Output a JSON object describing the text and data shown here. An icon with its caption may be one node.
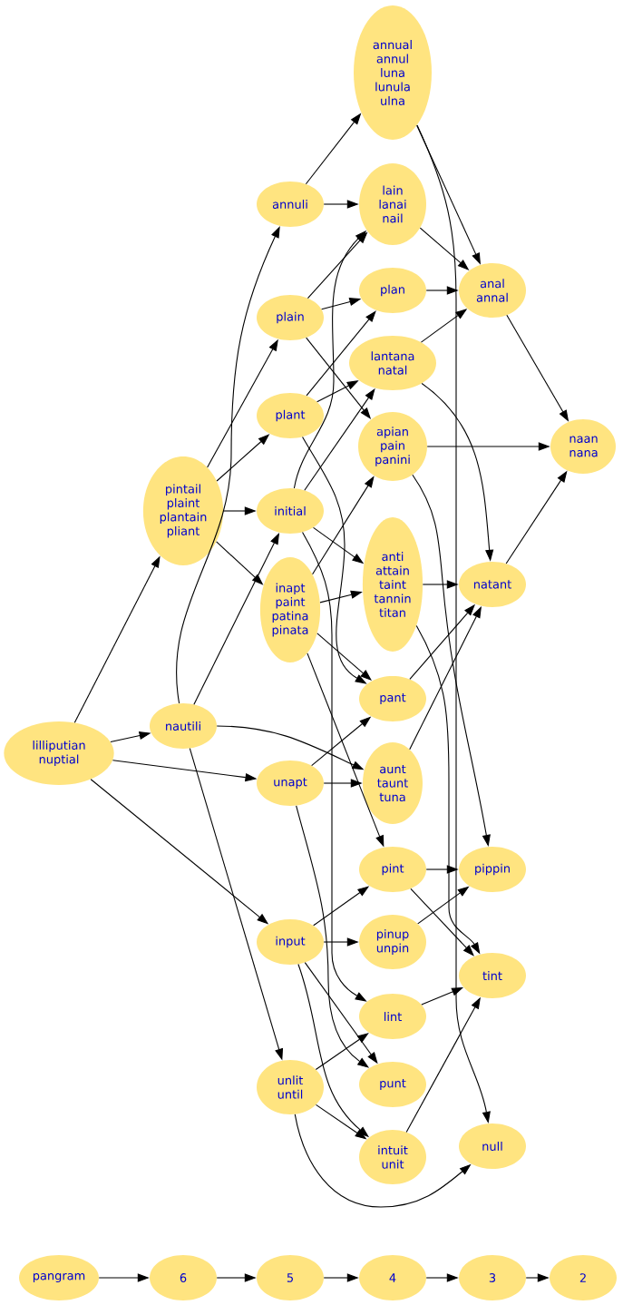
{
  "diagram": {
    "nodes": [
      {
        "text": [
          "annual annul luna lunula ulna"
        ]
      },
      {
        "text": [
          "annuli"
        ]
      },
      {
        "text": [
          "lain lanai nail"
        ]
      },
      {
        "text": [
          "plain"
        ]
      },
      {
        "text": [
          "plan"
        ]
      },
      {
        "text": [
          "anal annal"
        ]
      },
      {
        "text": [
          "lantana natal"
        ]
      },
      {
        "text": [
          "plant"
        ]
      },
      {
        "text": [
          "apian pain panini"
        ]
      },
      {
        "text": [
          "naan nana"
        ]
      },
      {
        "text": [
          "pintail plaint plantain pliant"
        ]
      },
      {
        "text": [
          "initial"
        ]
      },
      {
        "text": [
          "inapt paint patina pinata"
        ]
      },
      {
        "text": [
          "anti attain taint tannin titan"
        ]
      },
      {
        "text": [
          "natant"
        ]
      },
      {
        "text": [
          "pant"
        ]
      },
      {
        "text": [
          "nautili"
        ]
      },
      {
        "text": [
          "lilliputian nuptial"
        ]
      },
      {
        "text": [
          "unapt"
        ]
      },
      {
        "text": [
          "aunt taunt tuna"
        ]
      },
      {
        "text": [
          "pint"
        ]
      },
      {
        "text": [
          "pippin"
        ]
      },
      {
        "text": [
          "input"
        ]
      },
      {
        "text": [
          "pinup unpin"
        ]
      },
      {
        "text": [
          "tint"
        ]
      },
      {
        "text": [
          "lint"
        ]
      },
      {
        "text": [
          "unlit until"
        ]
      },
      {
        "text": [
          "punt"
        ]
      },
      {
        "text": [
          "intuit unit"
        ]
      },
      {
        "text": [
          "null"
        ]
      },
      {
        "text": [
          "pangram"
        ]
      },
      {
        "text": [
          "6"
        ]
      },
      {
        "text": [
          "5"
        ]
      },
      {
        "text": [
          "4"
        ]
      },
      {
        "text": [
          "3"
        ]
      },
      {
        "text": [
          "2"
        ]
      }
    ],
    "edges": [
      {
        "from": 1,
        "to": 0,
        "arrow": "to"
      },
      {
        "from": 1,
        "to": 2,
        "arrow": "to"
      },
      {
        "from": 0,
        "to": 5,
        "arrow": "to"
      },
      {
        "from": 0,
        "to": 29,
        "arrow": "to"
      },
      {
        "from": 2,
        "to": 5,
        "arrow": "to"
      },
      {
        "from": 3,
        "to": 2,
        "arrow": "to"
      },
      {
        "from": 3,
        "to": 4,
        "arrow": "to"
      },
      {
        "from": 3,
        "to": 8,
        "arrow": "to"
      },
      {
        "from": 4,
        "to": 5,
        "arrow": "to"
      },
      {
        "from": 5,
        "to": 9,
        "arrow": "to"
      },
      {
        "from": 6,
        "to": 5,
        "arrow": "to"
      },
      {
        "from": 6,
        "to": 14,
        "arrow": "to"
      },
      {
        "from": 7,
        "to": 4,
        "arrow": "to"
      },
      {
        "from": 7,
        "to": 6,
        "arrow": "to"
      },
      {
        "from": 7,
        "to": 15,
        "arrow": "to"
      },
      {
        "from": 8,
        "to": 9,
        "arrow": "to"
      },
      {
        "from": 8,
        "to": 21,
        "arrow": "to"
      },
      {
        "from": 10,
        "to": 3,
        "arrow": "to"
      },
      {
        "from": 10,
        "to": 7,
        "arrow": "to"
      },
      {
        "from": 10,
        "to": 11,
        "arrow": "to"
      },
      {
        "from": 10,
        "to": 12,
        "arrow": "to"
      },
      {
        "from": 11,
        "to": 2,
        "arrow": "to"
      },
      {
        "from": 11,
        "to": 6,
        "arrow": "to"
      },
      {
        "from": 11,
        "to": 13,
        "arrow": "to"
      },
      {
        "from": 11,
        "to": 25,
        "arrow": "to"
      },
      {
        "from": 12,
        "to": 8,
        "arrow": "to"
      },
      {
        "from": 12,
        "to": 13,
        "arrow": "to"
      },
      {
        "from": 12,
        "to": 15,
        "arrow": "to"
      },
      {
        "from": 12,
        "to": 20,
        "arrow": "to"
      },
      {
        "from": 13,
        "to": 14,
        "arrow": "to"
      },
      {
        "from": 13,
        "to": 24,
        "arrow": "to"
      },
      {
        "from": 14,
        "to": 9,
        "arrow": "to"
      },
      {
        "from": 15,
        "to": 14,
        "arrow": "to"
      },
      {
        "from": 16,
        "to": 1,
        "arrow": "to"
      },
      {
        "from": 16,
        "to": 11,
        "arrow": "to"
      },
      {
        "from": 16,
        "to": 19,
        "arrow": "to"
      },
      {
        "from": 16,
        "to": 26,
        "arrow": "to"
      },
      {
        "from": 17,
        "to": 10,
        "arrow": "to"
      },
      {
        "from": 17,
        "to": 16,
        "arrow": "to"
      },
      {
        "from": 17,
        "to": 18,
        "arrow": "to"
      },
      {
        "from": 17,
        "to": 22,
        "arrow": "to"
      },
      {
        "from": 18,
        "to": 15,
        "arrow": "to"
      },
      {
        "from": 18,
        "to": 19,
        "arrow": "to"
      },
      {
        "from": 18,
        "to": 27,
        "arrow": "to"
      },
      {
        "from": 19,
        "to": 14,
        "arrow": "to"
      },
      {
        "from": 20,
        "to": 21,
        "arrow": "to"
      },
      {
        "from": 20,
        "to": 24,
        "arrow": "to"
      },
      {
        "from": 22,
        "to": 20,
        "arrow": "to"
      },
      {
        "from": 22,
        "to": 23,
        "arrow": "to"
      },
      {
        "from": 22,
        "to": 27,
        "arrow": "to"
      },
      {
        "from": 22,
        "to": 28,
        "arrow": "to"
      },
      {
        "from": 23,
        "to": 21,
        "arrow": "to"
      },
      {
        "from": 25,
        "to": 24,
        "arrow": "to"
      },
      {
        "from": 26,
        "to": 25,
        "arrow": "to"
      },
      {
        "from": 26,
        "to": 28,
        "arrow": "to"
      },
      {
        "from": 26,
        "to": 29,
        "arrow": "to"
      },
      {
        "from": 28,
        "to": 24,
        "arrow": "to"
      },
      {
        "from": 30,
        "to": 31,
        "arrow": "to"
      },
      {
        "from": 31,
        "to": 32,
        "arrow": "to"
      },
      {
        "from": 32,
        "to": 33,
        "arrow": "to"
      },
      {
        "from": 33,
        "to": 34,
        "arrow": "to"
      },
      {
        "from": 34,
        "to": 35,
        "arrow": "to"
      }
    ]
  }
}
